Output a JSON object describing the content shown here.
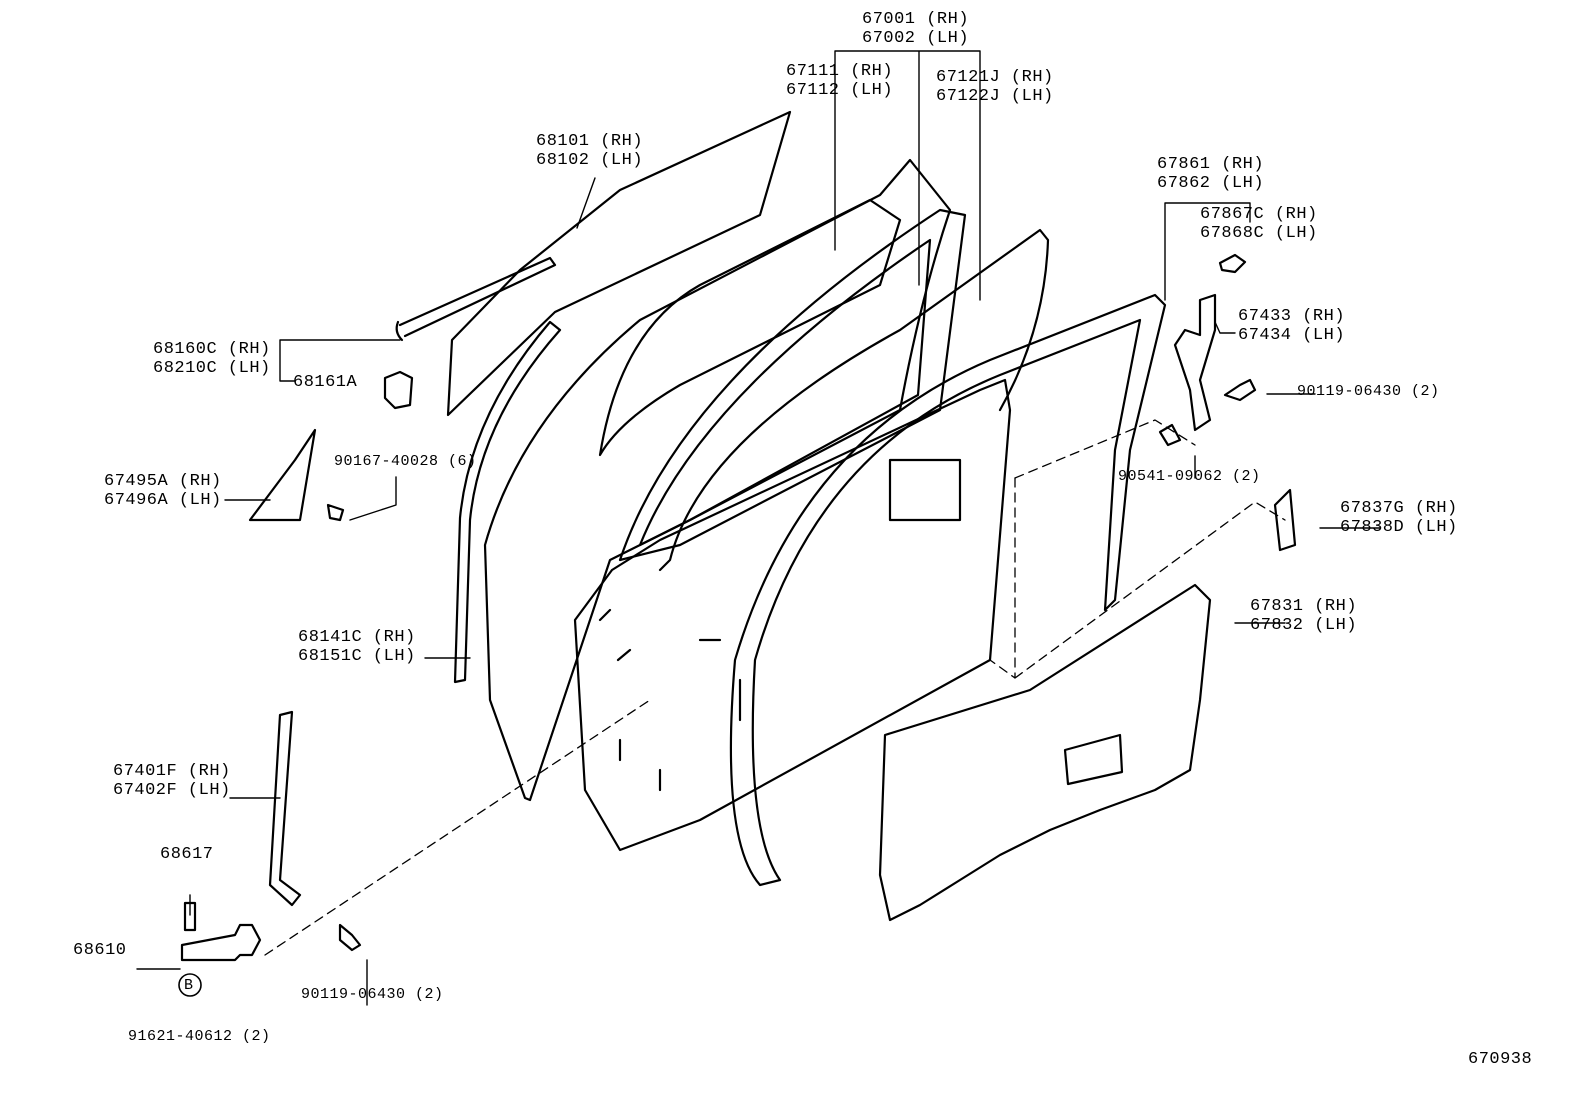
{
  "diagram": {
    "drawing_number": "670938",
    "callouts": {
      "door_panel": {
        "rh": "67001 (RH)",
        "lh": "67002 (LH)"
      },
      "door_frame": {
        "rh": "67111 (RH)",
        "lh": "67112 (LH)"
      },
      "inner_frame": {
        "rh": "67121J (RH)",
        "lh": "67122J (LH)"
      },
      "door_glass": {
        "rh": "68101 (RH)",
        "lh": "68102 (LH)"
      },
      "weatherstrip": {
        "rh": "67861 (RH)",
        "lh": "67862 (LH)"
      },
      "clip_a": {
        "rh": "67867C (RH)",
        "lh": "67868C (LH)"
      },
      "lower_channel": {
        "rh": "68160C (RH)",
        "lh": "68210C (LH)"
      },
      "channel_clip": "68161A",
      "bracket": {
        "rh": "67433 (RH)",
        "lh": "67434 (LH)"
      },
      "bolt_right": "90119-06430 (2)",
      "cover": {
        "rh": "67495A (RH)",
        "lh": "67496A (LH)"
      },
      "screw_cover": "90167-40028 (6)",
      "clip_b": "90541-09062 (2)",
      "seal": {
        "rh": "67837G (RH)",
        "lh": "67838D (LH)"
      },
      "run_channel": {
        "rh": "68141C (RH)",
        "lh": "68151C (LH)"
      },
      "service_hole_cover": {
        "rh": "67831 (RH)",
        "lh": "67832 (LH)"
      },
      "rear_channel": {
        "rh": "67401F (RH)",
        "lh": "67402F (LH)"
      },
      "pin": "68617",
      "check_assembly": "68610",
      "bolt_bottom": "90119-06430 (2)",
      "bolt_mark": "B",
      "screw_bottom": "91621-40612 (2)"
    }
  }
}
